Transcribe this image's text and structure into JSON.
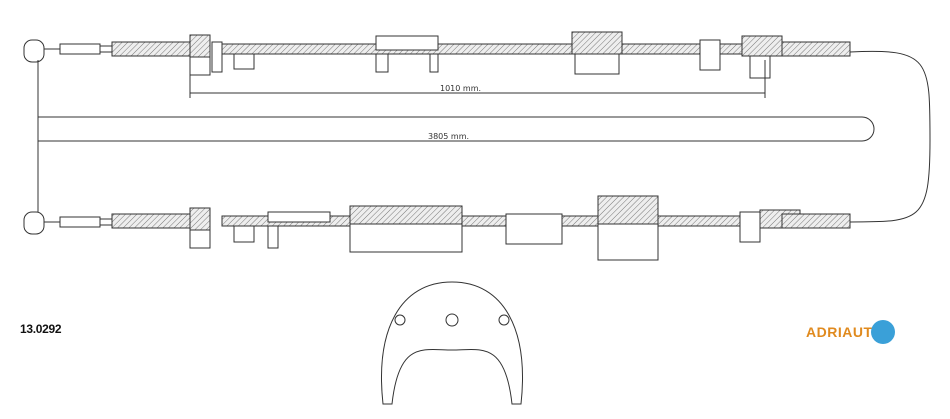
{
  "dimensions": {
    "inner_length": "1010 mm.",
    "total_length": "3805 mm."
  },
  "part_number": "13.0292",
  "logo": {
    "brand": "ADRIAUTO",
    "color": "#e08a1e",
    "accent": "#3aa0d8"
  }
}
